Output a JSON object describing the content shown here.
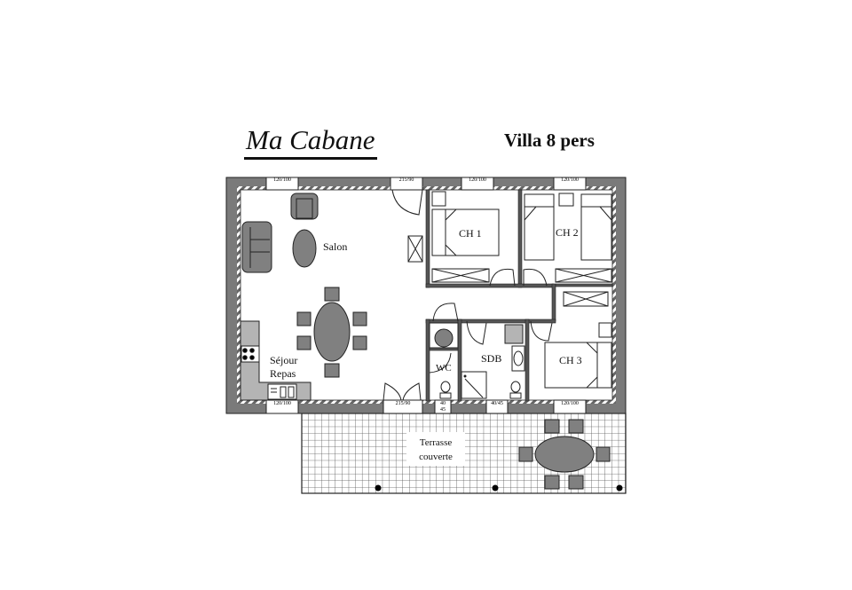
{
  "header": {
    "title": "Ma Cabane",
    "subtitle": "Villa 8 pers"
  },
  "rooms": {
    "salon": "Salon",
    "sejour_line1": "Séjour",
    "sejour_line2": "Repas",
    "ch1": "CH 1",
    "ch2": "CH 2",
    "ch3": "CH 3",
    "sdb": "SDB",
    "wc": "WC",
    "terrasse_line1": "Terrasse",
    "terrasse_line2": "couverte"
  },
  "window_labels": {
    "top": [
      "120/100",
      "215/90",
      "120/100",
      "120/100"
    ],
    "bottom": [
      "120/100",
      "215/90",
      "40",
      "40/45",
      "120/100"
    ],
    "bottom_small": "45"
  },
  "colors": {
    "wall": "#7a7a7a",
    "furniture": "#808080",
    "kitchen": "#b4b4b4",
    "line": "#222222"
  }
}
